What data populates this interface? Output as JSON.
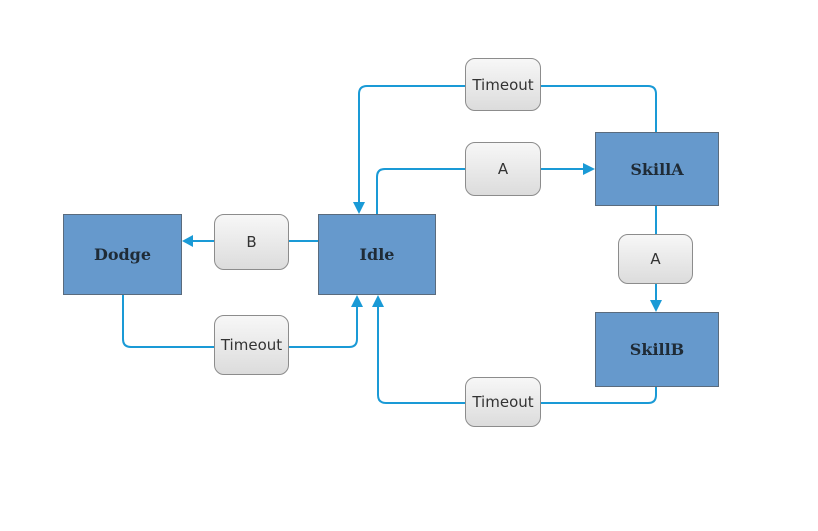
{
  "colors": {
    "state_fill": "#6699cc",
    "edge": "#1a9ad6",
    "label_border": "#8c8c8c"
  },
  "states": {
    "dodge": "Dodge",
    "idle": "Idle",
    "skill_a": "SkillA",
    "skill_b": "SkillB"
  },
  "transitions": {
    "idle_to_dodge": "B",
    "dodge_to_idle": "Timeout",
    "idle_to_skill_a": "A",
    "skill_a_to_idle": "Timeout",
    "skill_a_to_skill_b": "A",
    "skill_b_to_idle": "Timeout"
  }
}
